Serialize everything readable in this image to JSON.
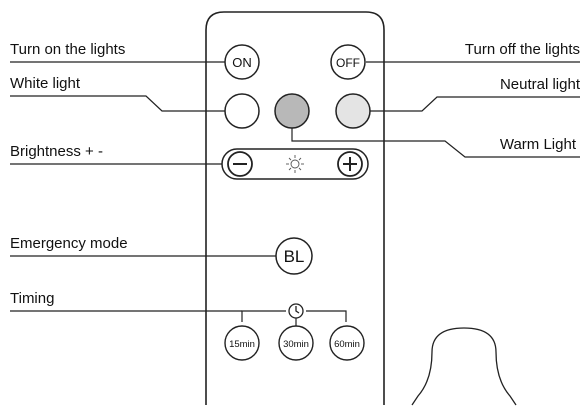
{
  "labels": {
    "turn_on": "Turn on the lights",
    "turn_off": "Turn off the lights",
    "white": "White light",
    "neutral": "Neutral light",
    "warm": "Warm Light",
    "brightness": "Brightness + -",
    "emergency": "Emergency mode",
    "timing": "Timing"
  },
  "buttons": {
    "on": "ON",
    "off": "OFF",
    "bl": "BL",
    "minus": "−",
    "plus": "+",
    "t15": "15min",
    "t30": "30min",
    "t60": "60min"
  },
  "colors": {
    "white_light": "#ffffff",
    "warm_light": "#b8b8b8",
    "neutral_light": "#e4e4e4",
    "stroke": "#222222"
  },
  "icons": {
    "brightness": "sun-icon",
    "timing": "clock-icon"
  }
}
